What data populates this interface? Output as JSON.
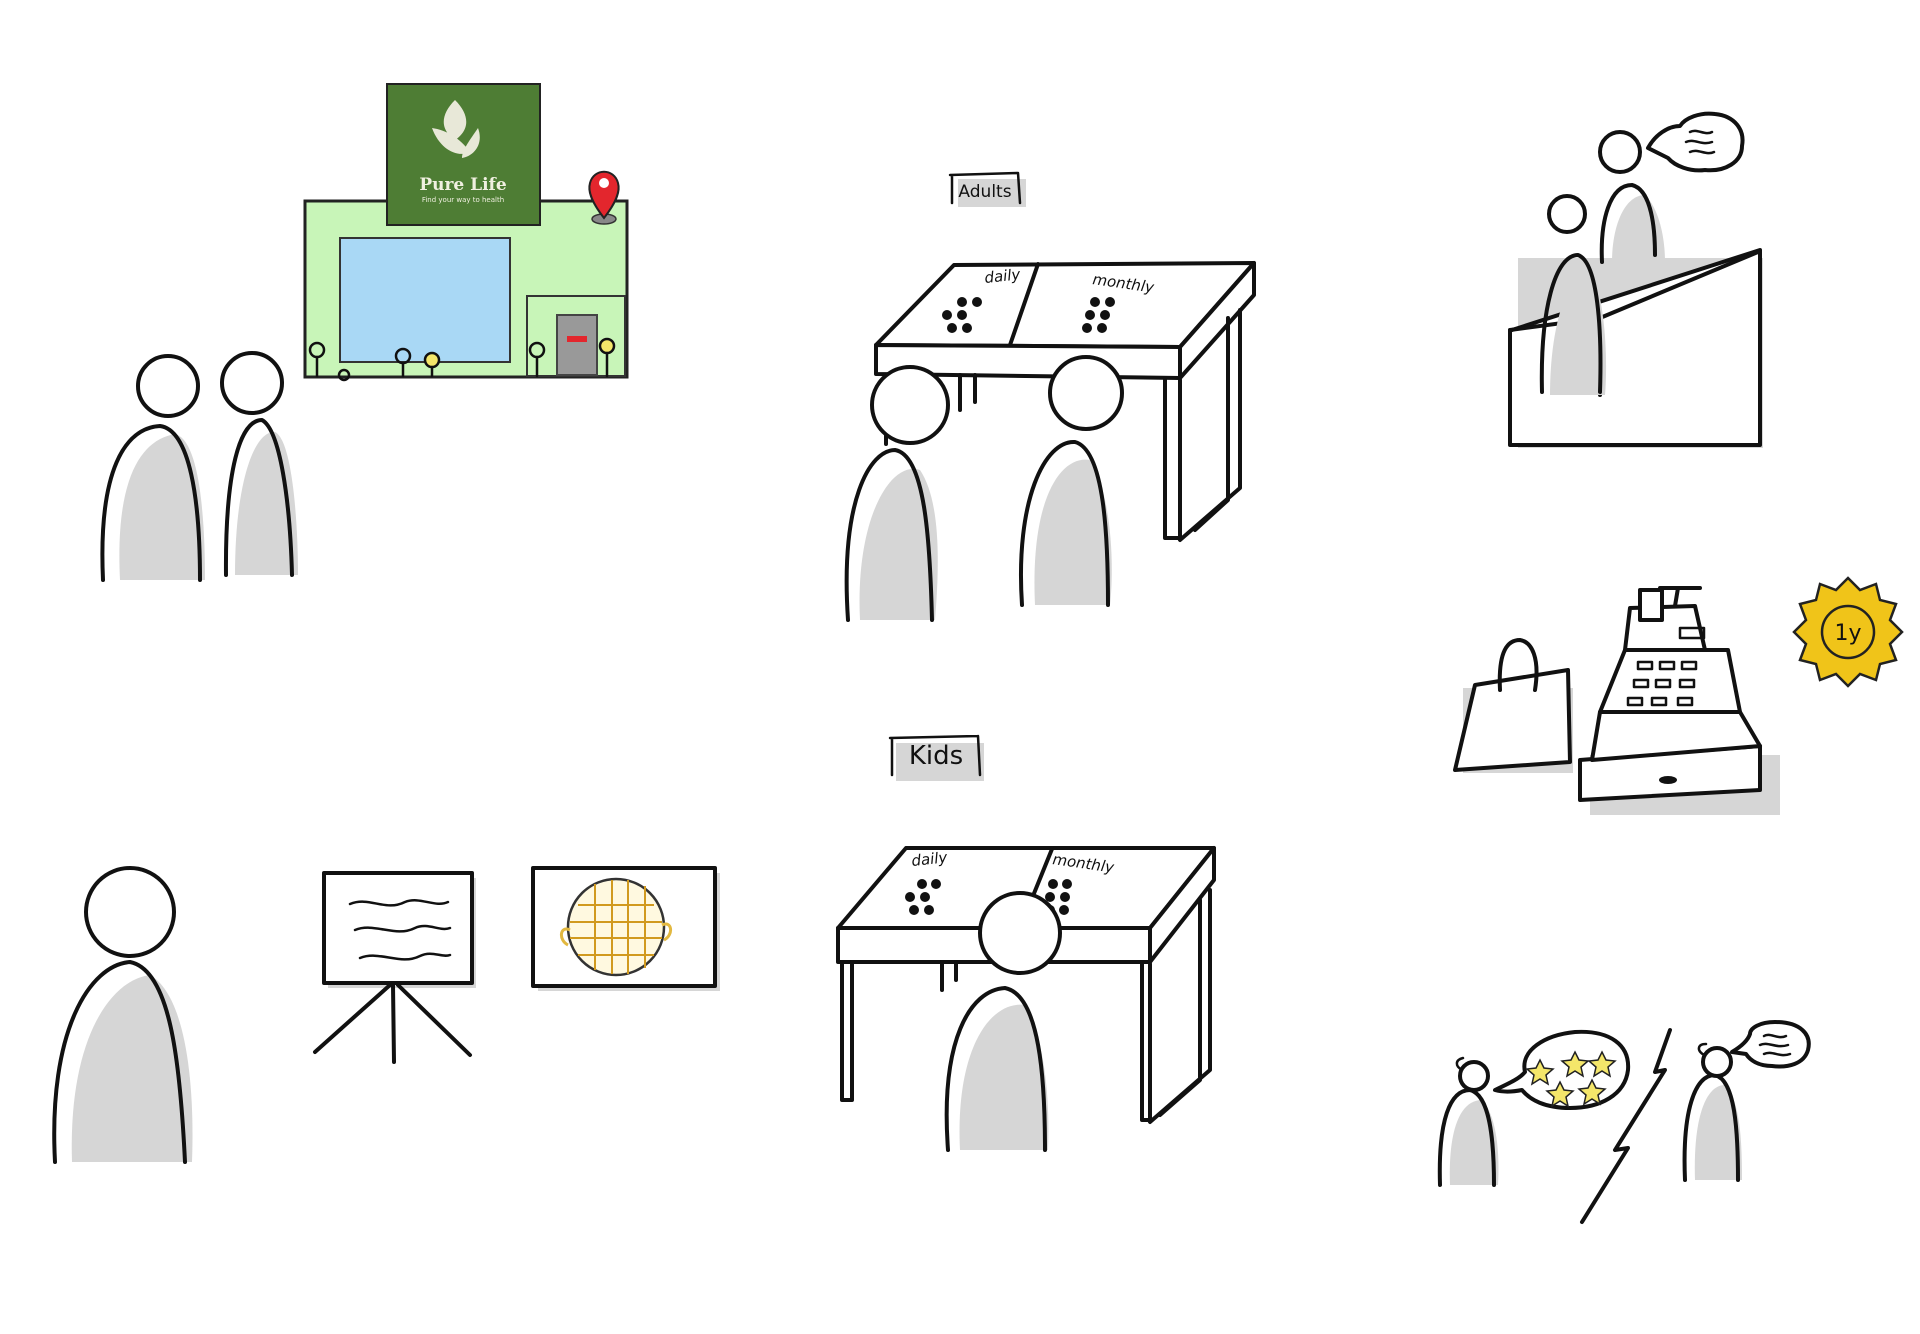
{
  "colors": {
    "store_front": "#c8f5b8",
    "store_window": "#a9d8f5",
    "logo_bg": "#4e7d34",
    "pin": "#e3262d",
    "badge": "#f0c419",
    "star": "#f4e66a",
    "shadow": "#d6d6d6"
  },
  "store": {
    "brand": "Pure Life",
    "tagline": "Find your way to health"
  },
  "adults_counter": {
    "label": "Adults",
    "left_panel": "daily",
    "right_panel": "monthly"
  },
  "kids_counter": {
    "label": "Kids",
    "left_panel": "daily",
    "right_panel": "monthly"
  },
  "badge": {
    "text": "1y"
  },
  "icons": [
    "location-pin-icon",
    "leaf-logo-icon",
    "shopping-bag-icon",
    "cash-register-icon",
    "speech-bubble-icon",
    "star-icon",
    "lightning-icon",
    "globe-icon",
    "flipchart-icon"
  ]
}
